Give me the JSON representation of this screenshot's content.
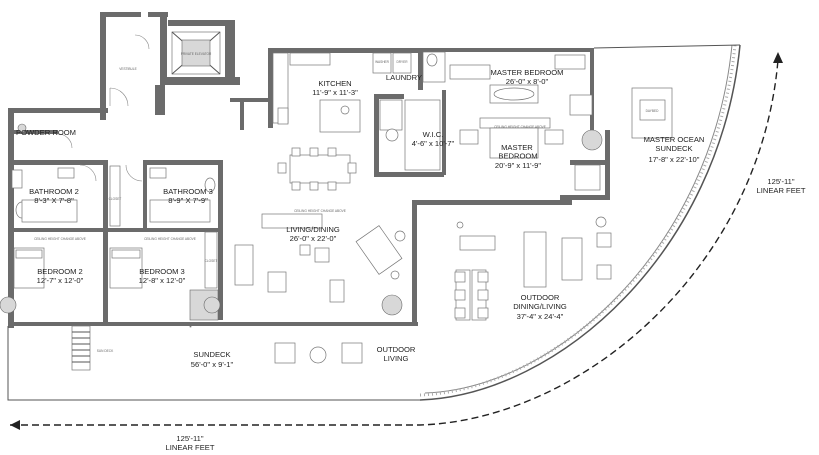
{
  "rooms": {
    "powder": {
      "name": "POWDER ROOM"
    },
    "bath2": {
      "name": "BATHROOM 2",
      "dims": "8'-3\" X 7'-8\""
    },
    "bath3": {
      "name": "BATHROOM 3",
      "dims": "8'-9\" X 7'-9\""
    },
    "bed2": {
      "name": "BEDROOM 2",
      "dims": "12'-7\" x 12'-0\""
    },
    "bed3": {
      "name": "BEDROOM 3",
      "dims": "12'-8\" x 12'-0\""
    },
    "kitchen": {
      "name": "KITCHEN",
      "dims": "11'-9\" x 11'-3\""
    },
    "laundry": {
      "name": "LAUNDRY"
    },
    "wic": {
      "name": "W.I.C.",
      "dims": "4'-6\" x 10'-7\""
    },
    "master_bed": {
      "name": "MASTER BEDROOM",
      "dims": "26'-0\" x 8'-0\""
    },
    "master_bed2": {
      "name": "MASTER BEDROOM",
      "dims": "20'-9\" x 11'-9\""
    },
    "master_sundeck": {
      "name": "MASTER OCEAN SUNDECK",
      "dims": "17'-8\" x 22'-10\""
    },
    "living": {
      "name": "LIVING/DINING",
      "dims": "26'-0\" x 22'-0\""
    },
    "outdoor_dining": {
      "name": "OUTDOOR DINING/LIVING",
      "dims": "37'-4\" x 24'-4\""
    },
    "sundeck": {
      "name": "SUNDECK",
      "dims": "56'-0\" x 9'-1\""
    },
    "outdoor_living": {
      "name": "OUTDOOR LIVING"
    }
  },
  "measurements": {
    "right": {
      "length": "125'-11\"",
      "unit": "LINEAR FEET"
    },
    "bottom": {
      "length": "125'-11\"",
      "unit": "LINEAR FEET"
    }
  }
}
